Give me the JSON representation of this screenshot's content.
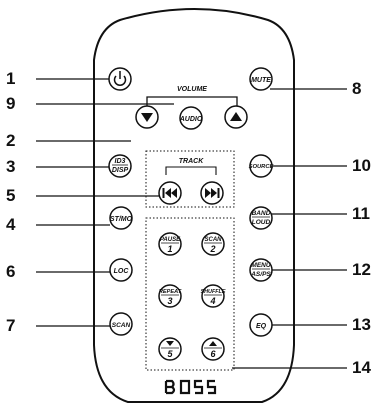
{
  "callouts": [
    "1",
    "2",
    "3",
    "4",
    "5",
    "6",
    "7",
    "8",
    "9",
    "10",
    "11",
    "12",
    "13",
    "14"
  ],
  "labels": {
    "volume": "VOLUME",
    "track": "TRACK",
    "mute": "MUTE",
    "audio": "AUDIO",
    "id3": "ID3",
    "disp": "DISP",
    "source": "SOURCE",
    "stmo": "ST/MO",
    "band": "BAND",
    "loud": "LOUD",
    "loc": "LOC",
    "menu": "MENU",
    "asps": "AS/PS",
    "scan_left": "SCAN",
    "eq": "EQ",
    "pause": "PAUSE",
    "n1": "1",
    "scan_preset": "SCAN",
    "n2": "2",
    "repeat": "REPEAT",
    "n3": "3",
    "shuffle": "SHUFFLE",
    "n4": "4",
    "n5": "5",
    "n6": "6"
  },
  "brand": "BOSS",
  "icons": [
    "power-icon",
    "volume-down-icon",
    "volume-up-icon",
    "previous-track-icon",
    "next-track-icon",
    "down-arrow-icon",
    "up-arrow-icon"
  ]
}
